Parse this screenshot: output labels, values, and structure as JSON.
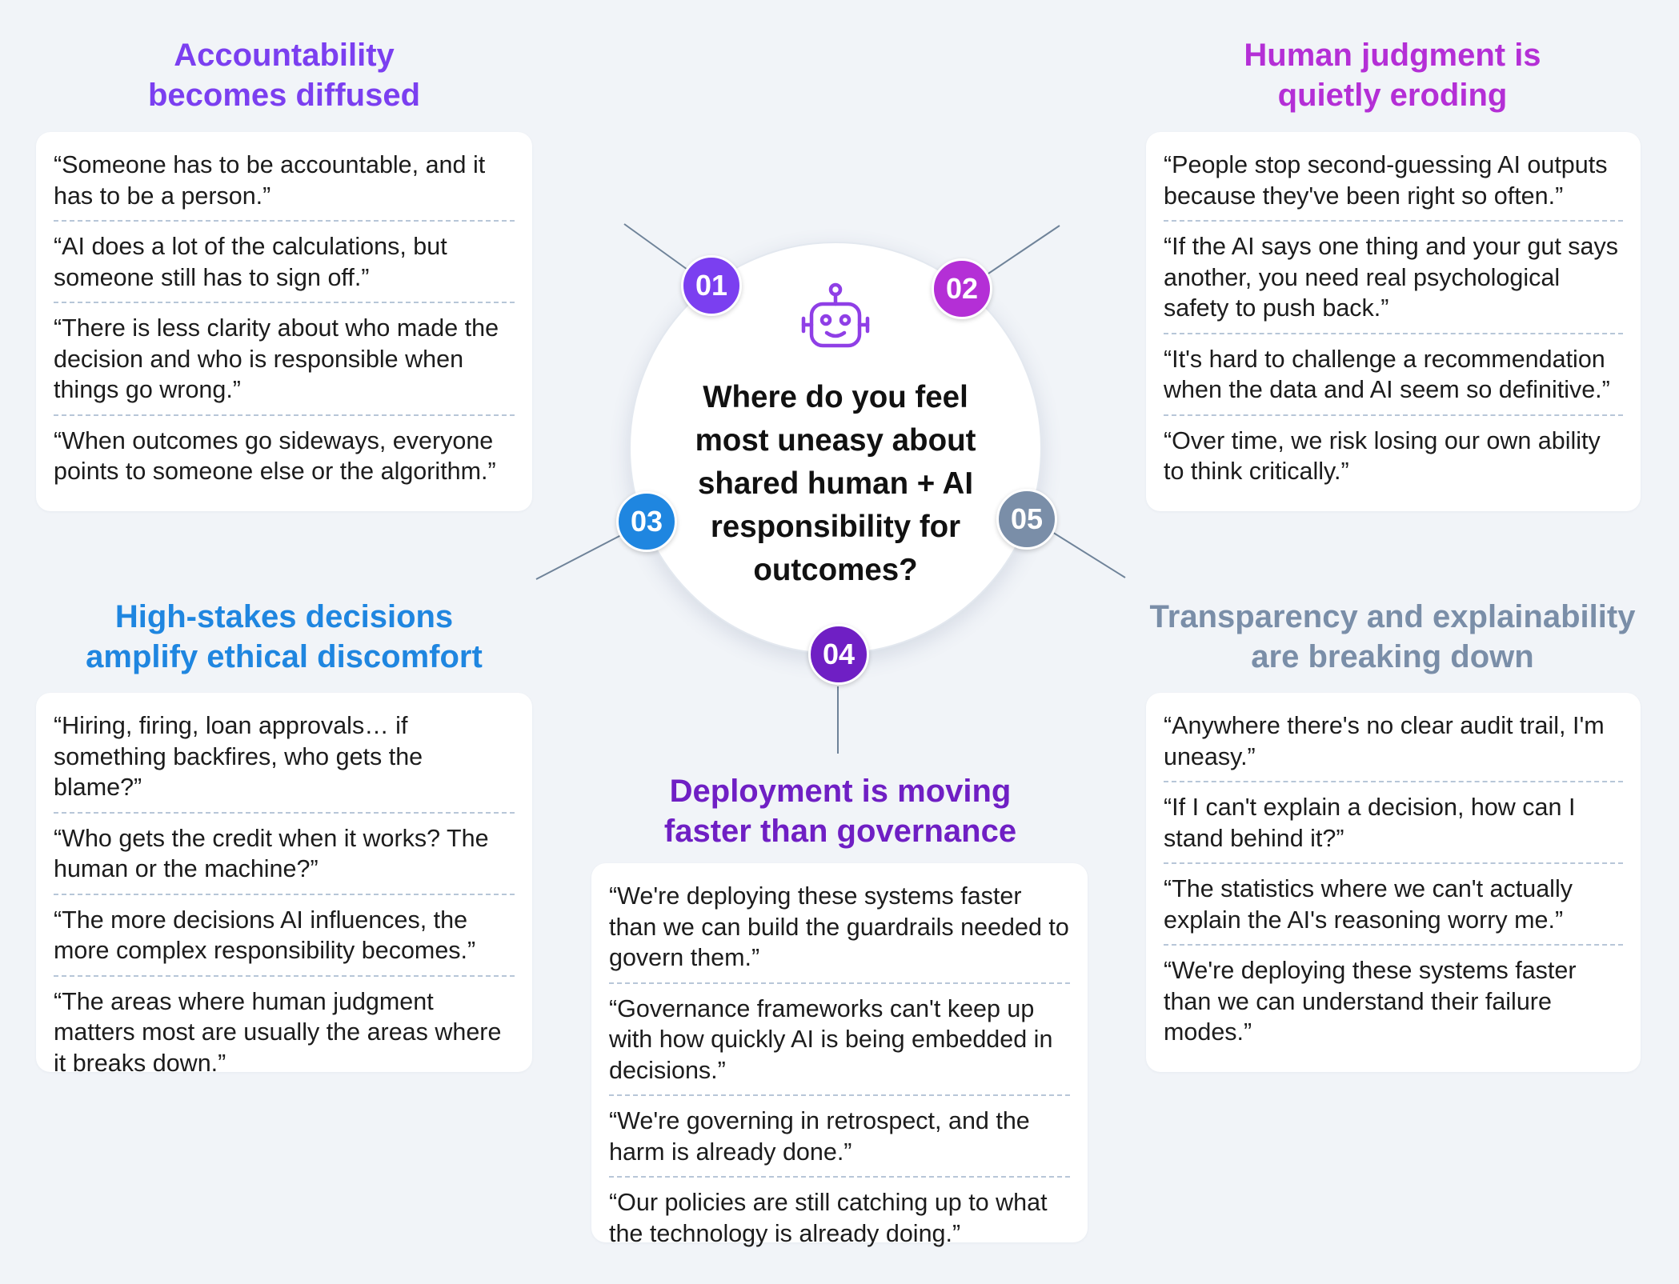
{
  "center": {
    "question": "Where do you feel most uneasy about shared human + AI responsibility for outcomes?",
    "icon": "robot-icon"
  },
  "colors": {
    "t01": "#7b3ff0",
    "t02": "#b42fd6",
    "t03": "#1f86e0",
    "t04": "#6f1fc4",
    "t05": "#7a8ea8",
    "connector": "#6f8399",
    "divider": "#b7c6d8"
  },
  "themes": [
    {
      "number": "01",
      "title": "Accountability becomes diffused",
      "quotes": [
        "“Someone has to be accountable, and it has to be a person.”",
        "“AI does a lot of the calculations, but someone still has to sign off.”",
        "“There is less clarity about who made the decision and who is responsible when things go wrong.”",
        "“When outcomes go sideways, everyone points to someone else or the algorithm.”"
      ]
    },
    {
      "number": "02",
      "title": "Human judgment is quietly eroding",
      "quotes": [
        "“People stop second-guessing AI outputs because they've been right so often.”",
        "“If the AI says one thing and your gut says another, you need real psychological safety to push back.”",
        "“It's hard to challenge a recommendation when the data and AI seem so definitive.”",
        "“Over time, we risk losing our own ability to think critically.”"
      ]
    },
    {
      "number": "03",
      "title": "High-stakes decisions amplify ethical discomfort",
      "quotes": [
        "“Hiring, firing, loan approvals… if something backfires, who gets the blame?”",
        "“Who gets the credit when it works? The human or the machine?”",
        "“The more decisions AI influences, the more complex responsibility becomes.”",
        "“The areas where human judgment matters most are usually the areas where it breaks down.”"
      ]
    },
    {
      "number": "04",
      "title": "Deployment is moving faster than governance",
      "quotes": [
        "“We're deploying these systems faster than we can build the guardrails needed to govern them.”",
        "“Governance frameworks can't keep up with how quickly AI is being embedded in decisions.”",
        "“We're governing in retrospect, and the harm is already done.”",
        "“Our policies are still catching up to what the technology is already doing.”"
      ]
    },
    {
      "number": "05",
      "title": "Transparency and explainability are breaking down",
      "quotes": [
        "“Anywhere there's no clear audit trail, I'm uneasy.”",
        "“If I can't explain a decision, how can I stand behind it?”",
        "“The statistics where we can't actually explain the AI's reasoning worry me.”",
        "“We're deploying these systems faster than we can understand their failure modes.”"
      ]
    }
  ]
}
